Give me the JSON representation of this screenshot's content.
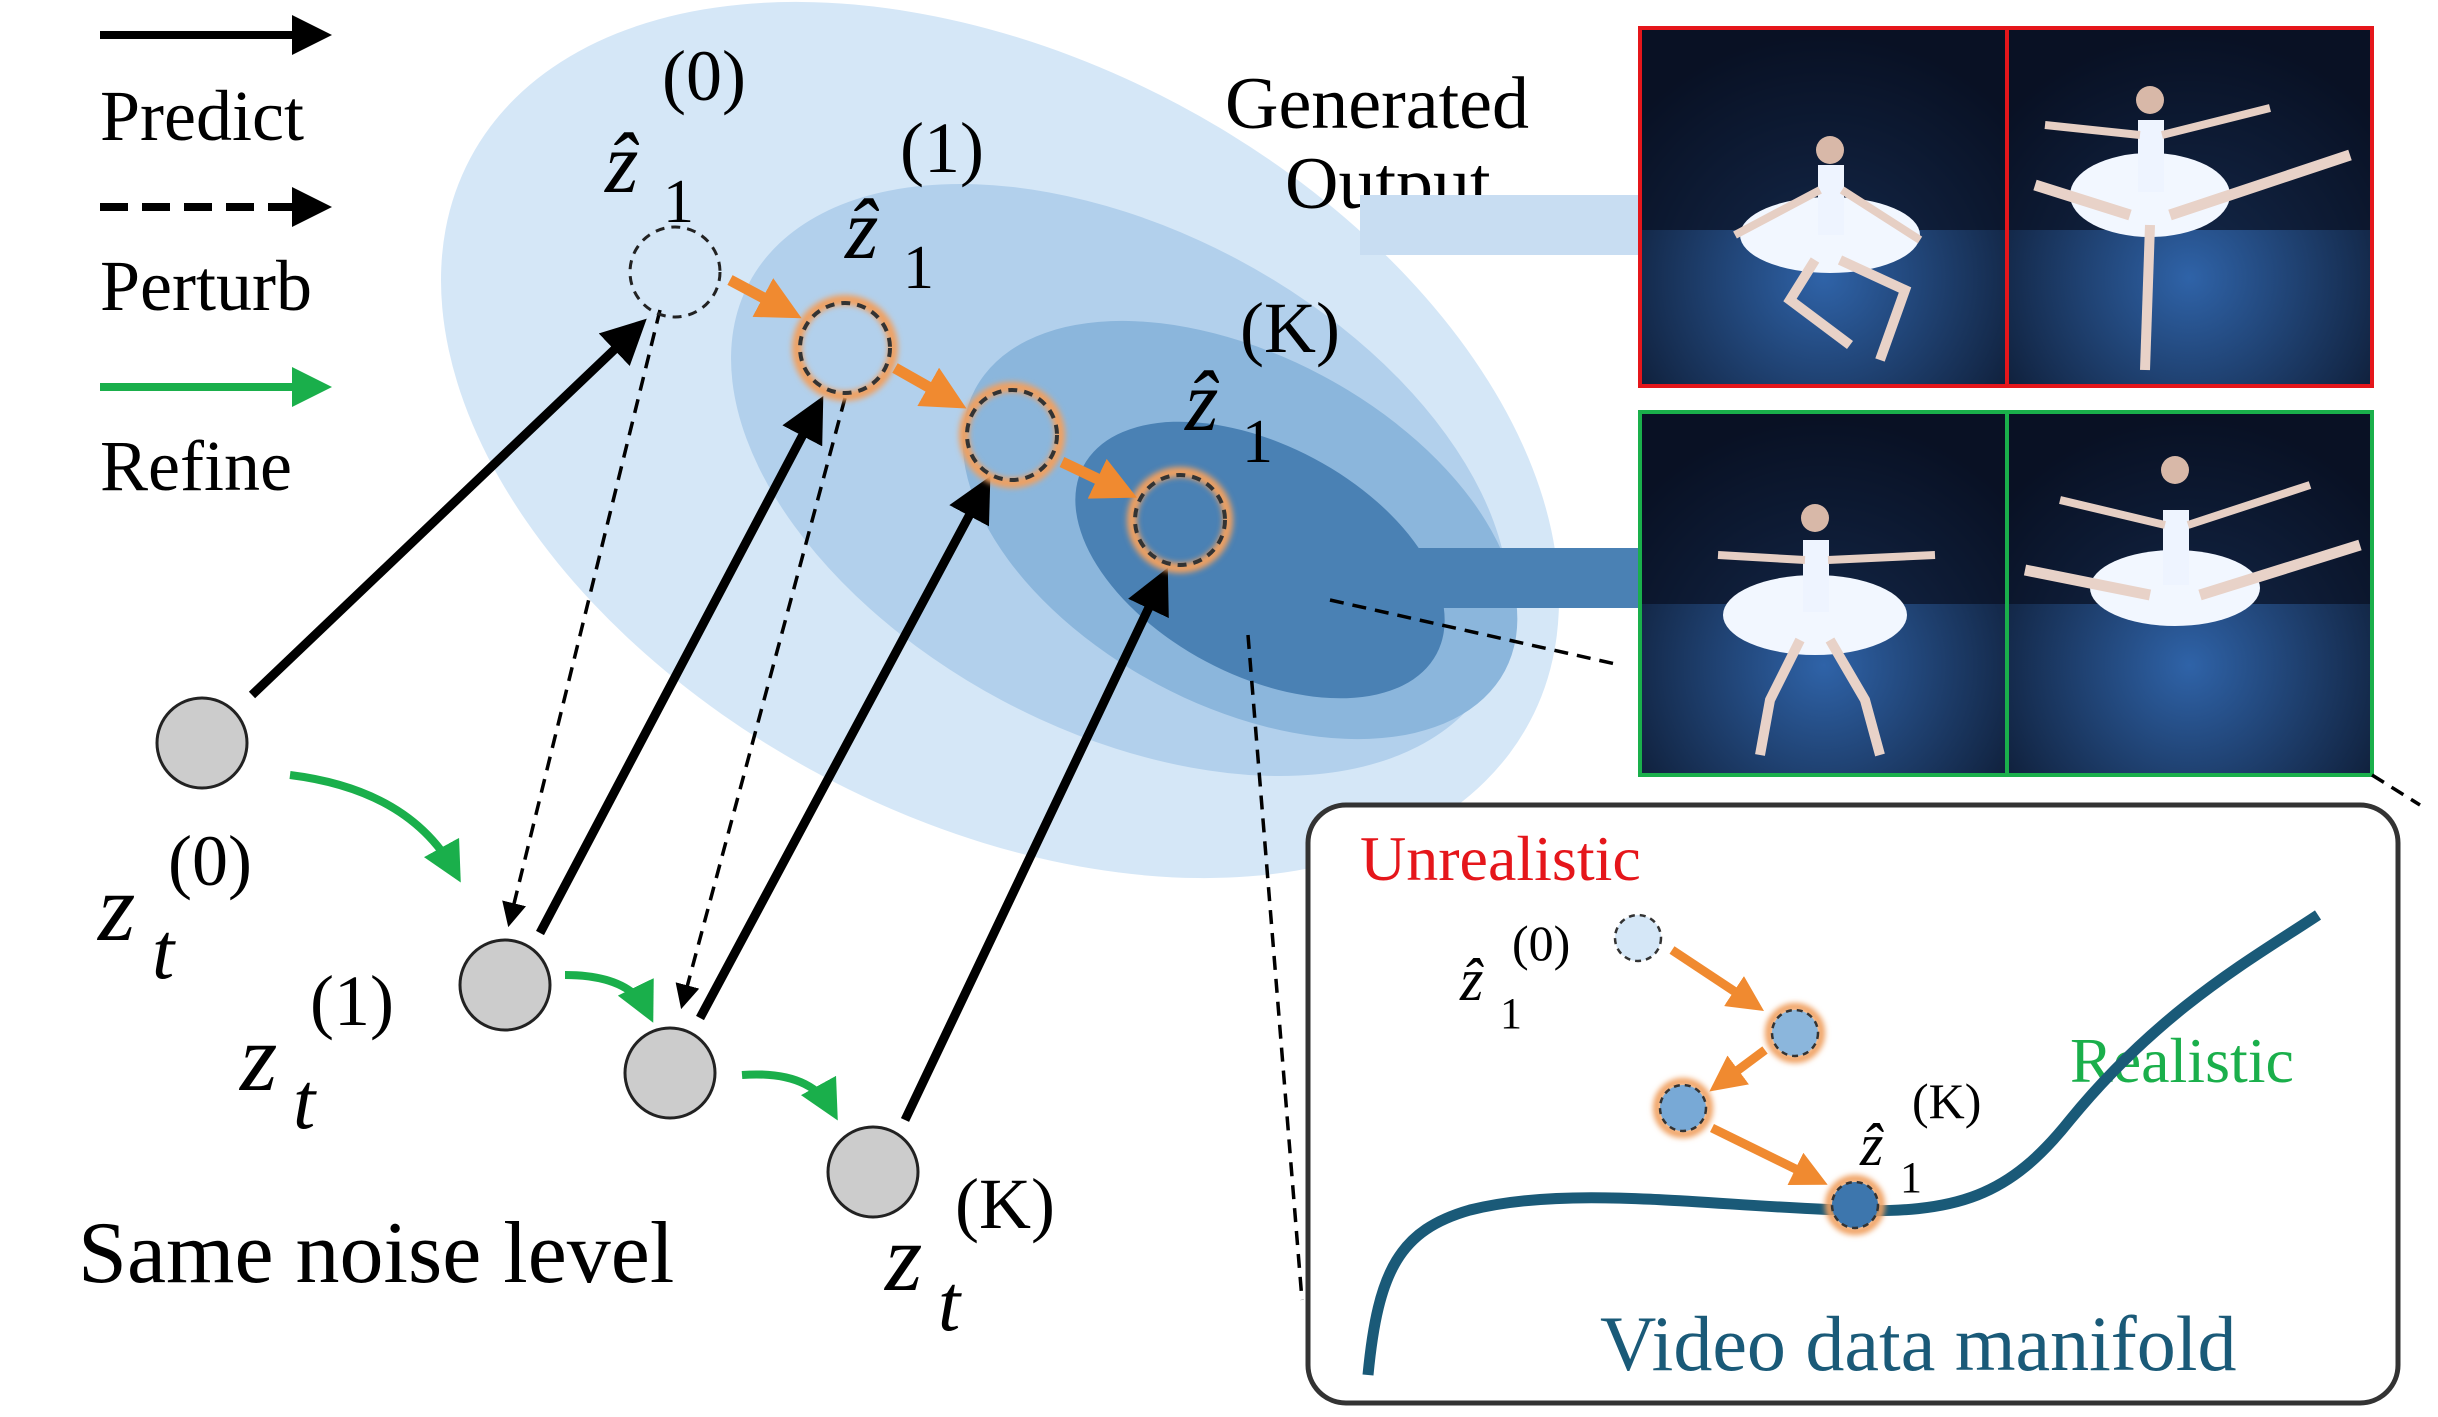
{
  "legend": {
    "predict": "Predict",
    "perturb": "Perturb",
    "refine": "Refine"
  },
  "generated_output": {
    "line1": "Generated",
    "line2": "Output"
  },
  "noise_caption": "Same noise level",
  "latent_symbols": {
    "z_base": "z",
    "z_sub": "t",
    "zhat_base": "ẑ",
    "zhat_sub": "1"
  },
  "iterations": {
    "i0": "(0)",
    "i1": "(1)",
    "iK": "(K)"
  },
  "inset": {
    "unrealistic": "Unrealistic",
    "realistic": "Realistic",
    "manifold": "Video data manifold"
  },
  "frames": {
    "top_row": "unrealistic-ballet-frames",
    "bottom_row": "realistic-ballet-frames"
  },
  "colors": {
    "predict": "#000000",
    "refine": "#1aaf4b",
    "perturb_arrow": "#f08a30",
    "unrealistic": "#e5161b",
    "realistic": "#1aaf4b",
    "manifold": "#1a5a78",
    "ellipse_outer": "#d5e7f7",
    "ellipse_2": "#b2d0ec",
    "ellipse_3": "#8bb6dc",
    "ellipse_core": "#4a81b4",
    "node_fill": "#cccccc"
  }
}
